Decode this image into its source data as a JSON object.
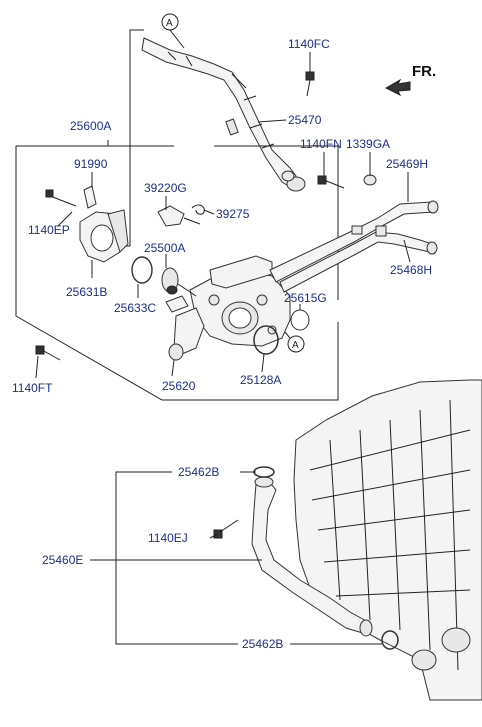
{
  "direction_label": "FR.",
  "ref_marks": [
    "A",
    "A"
  ],
  "part_labels": {
    "p1140FC": "1140FC",
    "p25470": "25470",
    "p25600A": "25600A",
    "p1140FN": "1140FN",
    "p1339GA": "1339GA",
    "p91990": "91990",
    "p25469H": "25469H",
    "p39220G": "39220G",
    "p1140EP": "1140EP",
    "p39275": "39275",
    "p25500A": "25500A",
    "p25468H": "25468H",
    "p25631B": "25631B",
    "p25633C": "25633C",
    "p25615G": "25615G",
    "p1140FT": "1140FT",
    "p25620": "25620",
    "p25128A": "25128A",
    "p25462B_top": "25462B",
    "p1140EJ": "1140EJ",
    "p25460E": "25460E",
    "p25462B_bottom": "25462B"
  }
}
